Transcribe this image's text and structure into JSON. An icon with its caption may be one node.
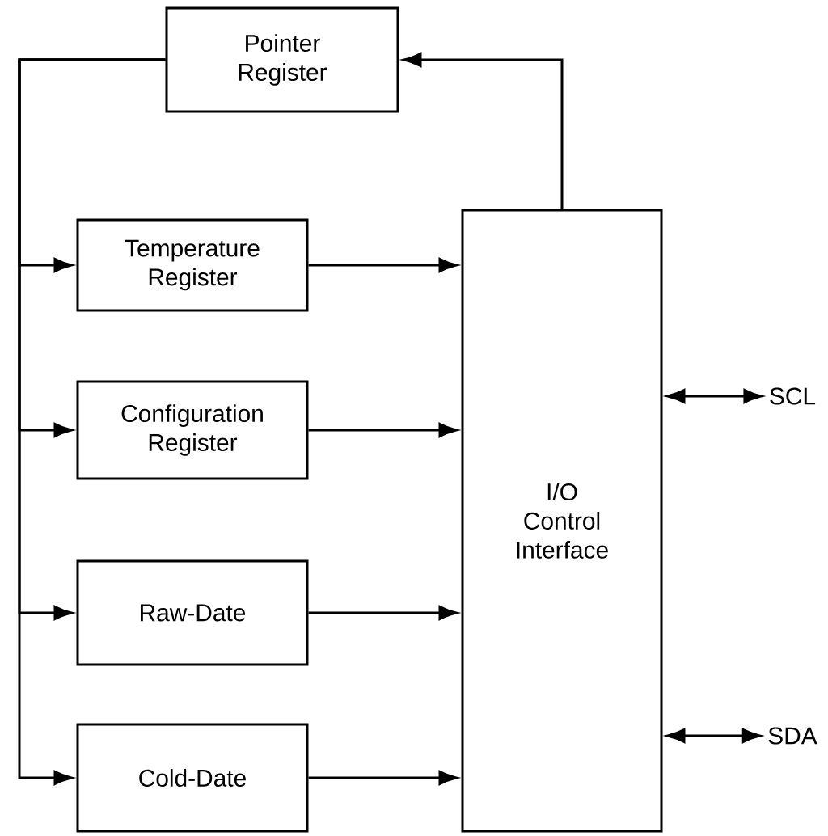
{
  "diagram": {
    "nodes": [
      {
        "text": [
          "Pointer Register"
        ]
      },
      {
        "text": [
          "Temperature Register"
        ]
      },
      {
        "text": [
          "Configuration Register"
        ]
      },
      {
        "text": [
          "Raw-Date"
        ]
      },
      {
        "text": [
          "Cold-Date"
        ]
      },
      {
        "text": [
          "I/O Control Interface"
        ]
      },
      {
        "text": [
          "SCL"
        ]
      },
      {
        "text": [
          "SDA"
        ]
      }
    ],
    "edges": [
      {
        "from": 5,
        "to": 0,
        "arrow": "to"
      },
      {
        "from": 0,
        "to": 1,
        "arrow": "to"
      },
      {
        "from": 0,
        "to": 2,
        "arrow": "to"
      },
      {
        "from": 0,
        "to": 3,
        "arrow": "to"
      },
      {
        "from": 0,
        "to": 4,
        "arrow": "to"
      },
      {
        "from": 1,
        "to": 5,
        "arrow": "to"
      },
      {
        "from": 2,
        "to": 5,
        "arrow": "to"
      },
      {
        "from": 3,
        "to": 5,
        "arrow": "to"
      },
      {
        "from": 4,
        "to": 5,
        "arrow": "to"
      },
      {
        "from": 5,
        "to": 6,
        "arrow": "both"
      },
      {
        "from": 5,
        "to": 7,
        "arrow": "both"
      }
    ]
  }
}
